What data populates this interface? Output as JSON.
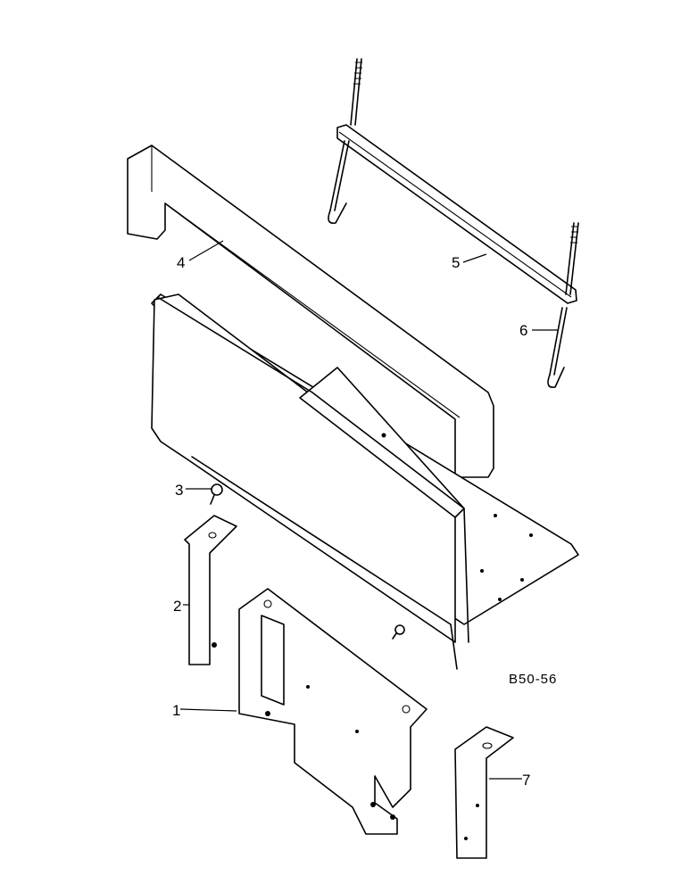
{
  "diagram": {
    "drawing_code": "B50-56",
    "callouts": [
      {
        "id": "1",
        "label": "1"
      },
      {
        "id": "2",
        "label": "2"
      },
      {
        "id": "3",
        "label": "3"
      },
      {
        "id": "4",
        "label": "4"
      },
      {
        "id": "5",
        "label": "5"
      },
      {
        "id": "6",
        "label": "6"
      },
      {
        "id": "7",
        "label": "7"
      }
    ]
  }
}
